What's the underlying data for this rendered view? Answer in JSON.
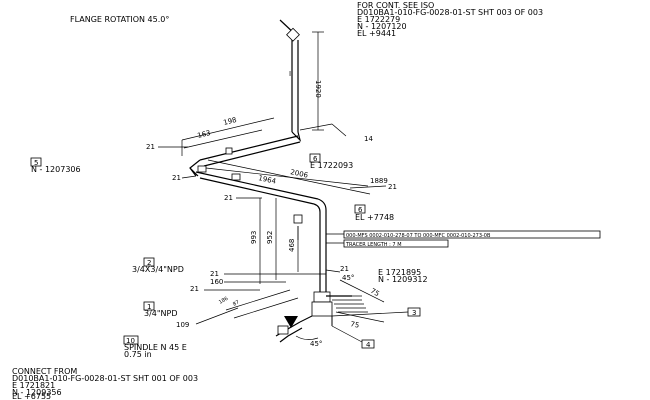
{
  "header": {
    "flange_rotation": "FLANGE ROTATION 45.0°",
    "cont_lines": [
      "FOR CONT. SEE ISO",
      "D010BA1-010-FG-0028-01-ST SHT  003 OF 003",
      "E  1722279",
      "N - 1207120",
      "EL +9441"
    ]
  },
  "footer": {
    "connect_lines": [
      "CONNECT FROM",
      "D010BA1-010-FG-0028-01-ST SHT 001 OF 003",
      "E  1721821",
      "N - 1209356",
      "EL +6755"
    ]
  },
  "tags": {
    "t5": {
      "num": "5",
      "text": "N - 1207306"
    },
    "t6": {
      "num": "6",
      "text": "E 1722093"
    },
    "t6b": {
      "num": "6",
      "text": "EL +7748"
    },
    "t2": {
      "num": "2",
      "text": "3/4X3/4\"NPD"
    },
    "t1": {
      "num": "1",
      "text": "3/4\"NPD"
    },
    "t10": {
      "num": "10",
      "text1": "SPINDLE N 45 E",
      "text2": "0.75 in"
    },
    "t3": {
      "num": "3"
    },
    "t4": {
      "num": "4"
    }
  },
  "coords": {
    "e1721895": "E 1721895",
    "n1209312": "N - 1209312"
  },
  "dims": {
    "d1920": "1920",
    "d198": "198",
    "d163": "163",
    "d14": "14",
    "d21a": "21",
    "d21b": "21",
    "d2006": "2006",
    "d1964": "1964",
    "d1889": "1889",
    "d21c": "21",
    "d21d": "21",
    "d993": "993",
    "d952": "952",
    "d468": "468",
    "d21e": "21",
    "d21f": "21",
    "d160": "160",
    "d21g": "21",
    "d109": "109",
    "d75a": "75",
    "d75b": "75",
    "d45a": "45°",
    "d45b": "45°",
    "d186": "186",
    "d87": "87"
  },
  "notes": {
    "mfs": "000-MFS 0002-010-278-07 TO 000-MFC 0002-010-273-0B",
    "tracer": "TRACER LENGTH : 7 M"
  }
}
